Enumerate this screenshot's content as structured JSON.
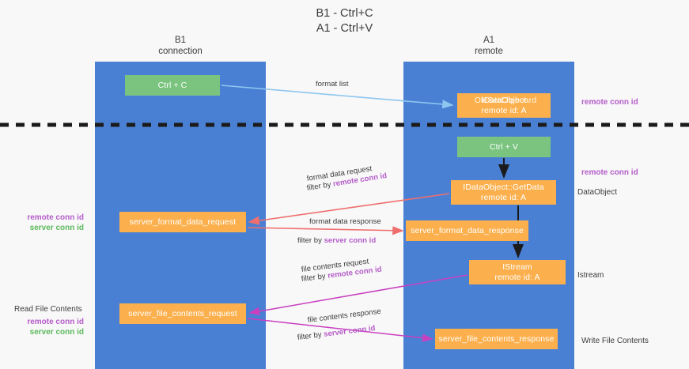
{
  "title": {
    "line1": "B1 - Ctrl+C",
    "line2": "A1 - Ctrl+V"
  },
  "columns": [
    {
      "id": "b1",
      "name": "B1",
      "sub": "connection",
      "color": "#4a80d4"
    },
    {
      "id": "a1",
      "name": "A1",
      "sub": "remote",
      "color": "#4a80d4"
    }
  ],
  "nodes": {
    "ctrl_c": {
      "line1": "Ctrl + C",
      "line2": "",
      "color": "#7ac47f"
    },
    "idataobject": {
      "line1": "IDataObject",
      "line1_overlap": "OleSetClipboard",
      "line2": "remote id: A",
      "color": "#fbb04d"
    },
    "ctrl_v": {
      "line1": "Ctrl + V",
      "line2": "",
      "color": "#7ac47f"
    },
    "getdata": {
      "line1": "IDataObject::GetData",
      "line2": "remote id: A",
      "color": "#fbb04d"
    },
    "istream": {
      "line1": "IStream",
      "line2": "remote id: A",
      "color": "#fbb04d"
    },
    "server_format_data_request": {
      "line1": "server_format_data_request",
      "line2": "",
      "color": "#fbb04d"
    },
    "server_format_data_response": {
      "line1": "server_format_data_response",
      "line2": "",
      "color": "#fbb04d"
    },
    "server_file_contents_request": {
      "line1": "server_file_contents_request",
      "line2": "",
      "color": "#fbb04d"
    },
    "server_file_contents_response": {
      "line1": "server_file_contents_response",
      "line2": "",
      "color": "#fbb04d"
    }
  },
  "edge_labels": {
    "format_list": "format list",
    "format_data_request": "format data request",
    "format_data_request_filter_prefix": "filter by ",
    "format_data_request_filter_key": "remote conn id",
    "format_data_response": "format data response",
    "format_data_response_filter_prefix": "filter by ",
    "format_data_response_filter_key": "server conn id",
    "file_contents_request": "file contents request",
    "file_contents_request_filter_prefix": "filter by ",
    "file_contents_request_filter_key": "remote conn id",
    "file_contents_response": "file contents response",
    "file_contents_response_filter_prefix": "filter by ",
    "file_contents_response_filter_key": "server conn id"
  },
  "notes": {
    "remote_conn_id_top": "remote conn id",
    "remote_conn_id_mid": "remote conn id",
    "dataobject": "DataObject",
    "istream": "Istream",
    "write_file_contents": "Write File Contents",
    "read_file_contents": "Read File Contents",
    "left_remote_conn_id_1": "remote conn id",
    "left_server_conn_id_1": "server conn id",
    "left_remote_conn_id_2": "remote conn id",
    "left_server_conn_id_2": "server conn id"
  },
  "colors": {
    "column_band": "#4a80d4",
    "node_green": "#7ac47f",
    "node_orange": "#fbb04d",
    "accent_purple": "#b45cc8",
    "accent_green": "#5cb85c",
    "edge_blue": "#8ec6ef",
    "edge_red": "#ef6f6f",
    "edge_magenta": "#c93fc0",
    "edge_black": "#1b1b1b",
    "separator": "#1b1b1b",
    "background": "#f8f8f8"
  }
}
